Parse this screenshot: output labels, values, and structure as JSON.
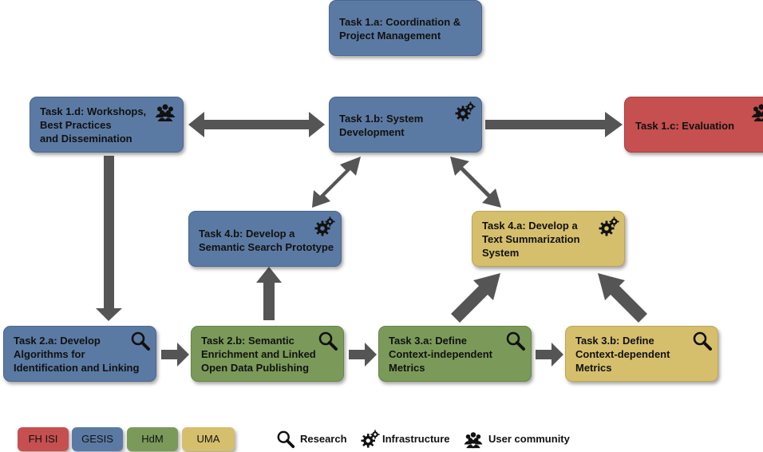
{
  "tasks": {
    "t1a": {
      "label": "Task 1.a: Coordination &\nProject Management"
    },
    "t1b": {
      "label": "Task 1.b: System\nDevelopment",
      "icon": "gears-icon"
    },
    "t1c": {
      "label": "Task 1.c: Evaluation",
      "icon": "people-icon"
    },
    "t1d": {
      "label": "Task 1.d: Workshops,\nBest Practices\nand Dissemination",
      "icon": "people-icon"
    },
    "t2a": {
      "label": "Task 2.a: Develop\nAlgorithms for\nIdentification and Linking",
      "icon": "magnifier-icon"
    },
    "t2b": {
      "label": "Task 2.b: Semantic\nEnrichment and Linked\nOpen Data Publishing",
      "icon": "magnifier-icon"
    },
    "t3a": {
      "label": "Task 3.a: Define\nContext-independent\nMetrics",
      "icon": "magnifier-icon"
    },
    "t3b": {
      "label": "Task 3.b: Define\nContext-dependent\nMetrics",
      "icon": "magnifier-icon"
    },
    "t4a": {
      "label": "Task 4.a: Develop a\nText Summarization\nSystem",
      "icon": "gears-icon"
    },
    "t4b": {
      "label": "Task 4.b: Develop a\nSemantic Search Prototype",
      "icon": "gears-icon"
    }
  },
  "legend": {
    "partners": [
      {
        "label": "FH ISI",
        "color": "#c64f4f"
      },
      {
        "label": "GESIS",
        "color": "#5b7aa3"
      },
      {
        "label": "HdM",
        "color": "#7b9a59"
      },
      {
        "label": "UMA",
        "color": "#d6bf6c"
      }
    ],
    "icons": [
      {
        "label": "Research",
        "icon": "magnifier-icon"
      },
      {
        "label": "Infrastructure",
        "icon": "gears-icon"
      },
      {
        "label": "User community",
        "icon": "people-icon"
      }
    ]
  },
  "colors": {
    "arrow": "#555555"
  }
}
